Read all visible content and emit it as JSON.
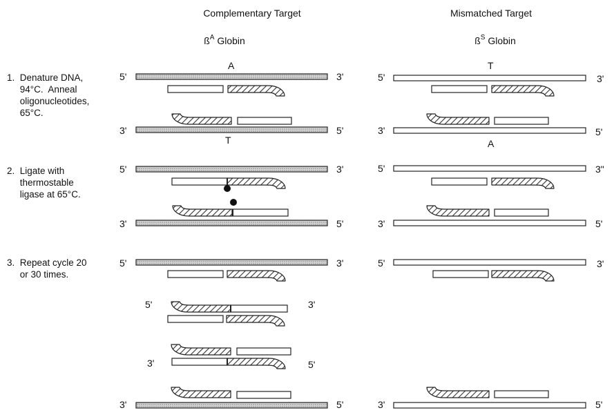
{
  "headers": {
    "left_title": "Complementary Target",
    "right_title": "Mismatched Target",
    "left_sub_prefix": "ß",
    "left_sub_sup": "A",
    "left_sub_word": "Globin",
    "right_sub_prefix": "ß",
    "right_sub_sup": "S",
    "right_sub_word": "Globin"
  },
  "steps": [
    {
      "label": "1.  Denature DNA,\n     94°C.  Anneal\n     oligonucleotides,\n     65°C."
    },
    {
      "label": "2.  Ligate with\n     thermostable\n     ligase at 65°C."
    },
    {
      "label": "3.  Repeat cycle 20\n     or 30 times."
    }
  ],
  "end_labels": {
    "five": "5'",
    "three": "3'",
    "three_alt": "3\""
  },
  "bases": {
    "left_top": "A",
    "left_bottom": "T",
    "right_top": "T",
    "right_bottom": "A"
  },
  "colors": {
    "target_fill": "#c9c9c9",
    "stroke": "#222222",
    "hatch": "#333333",
    "ligase_dot": "#111111"
  }
}
